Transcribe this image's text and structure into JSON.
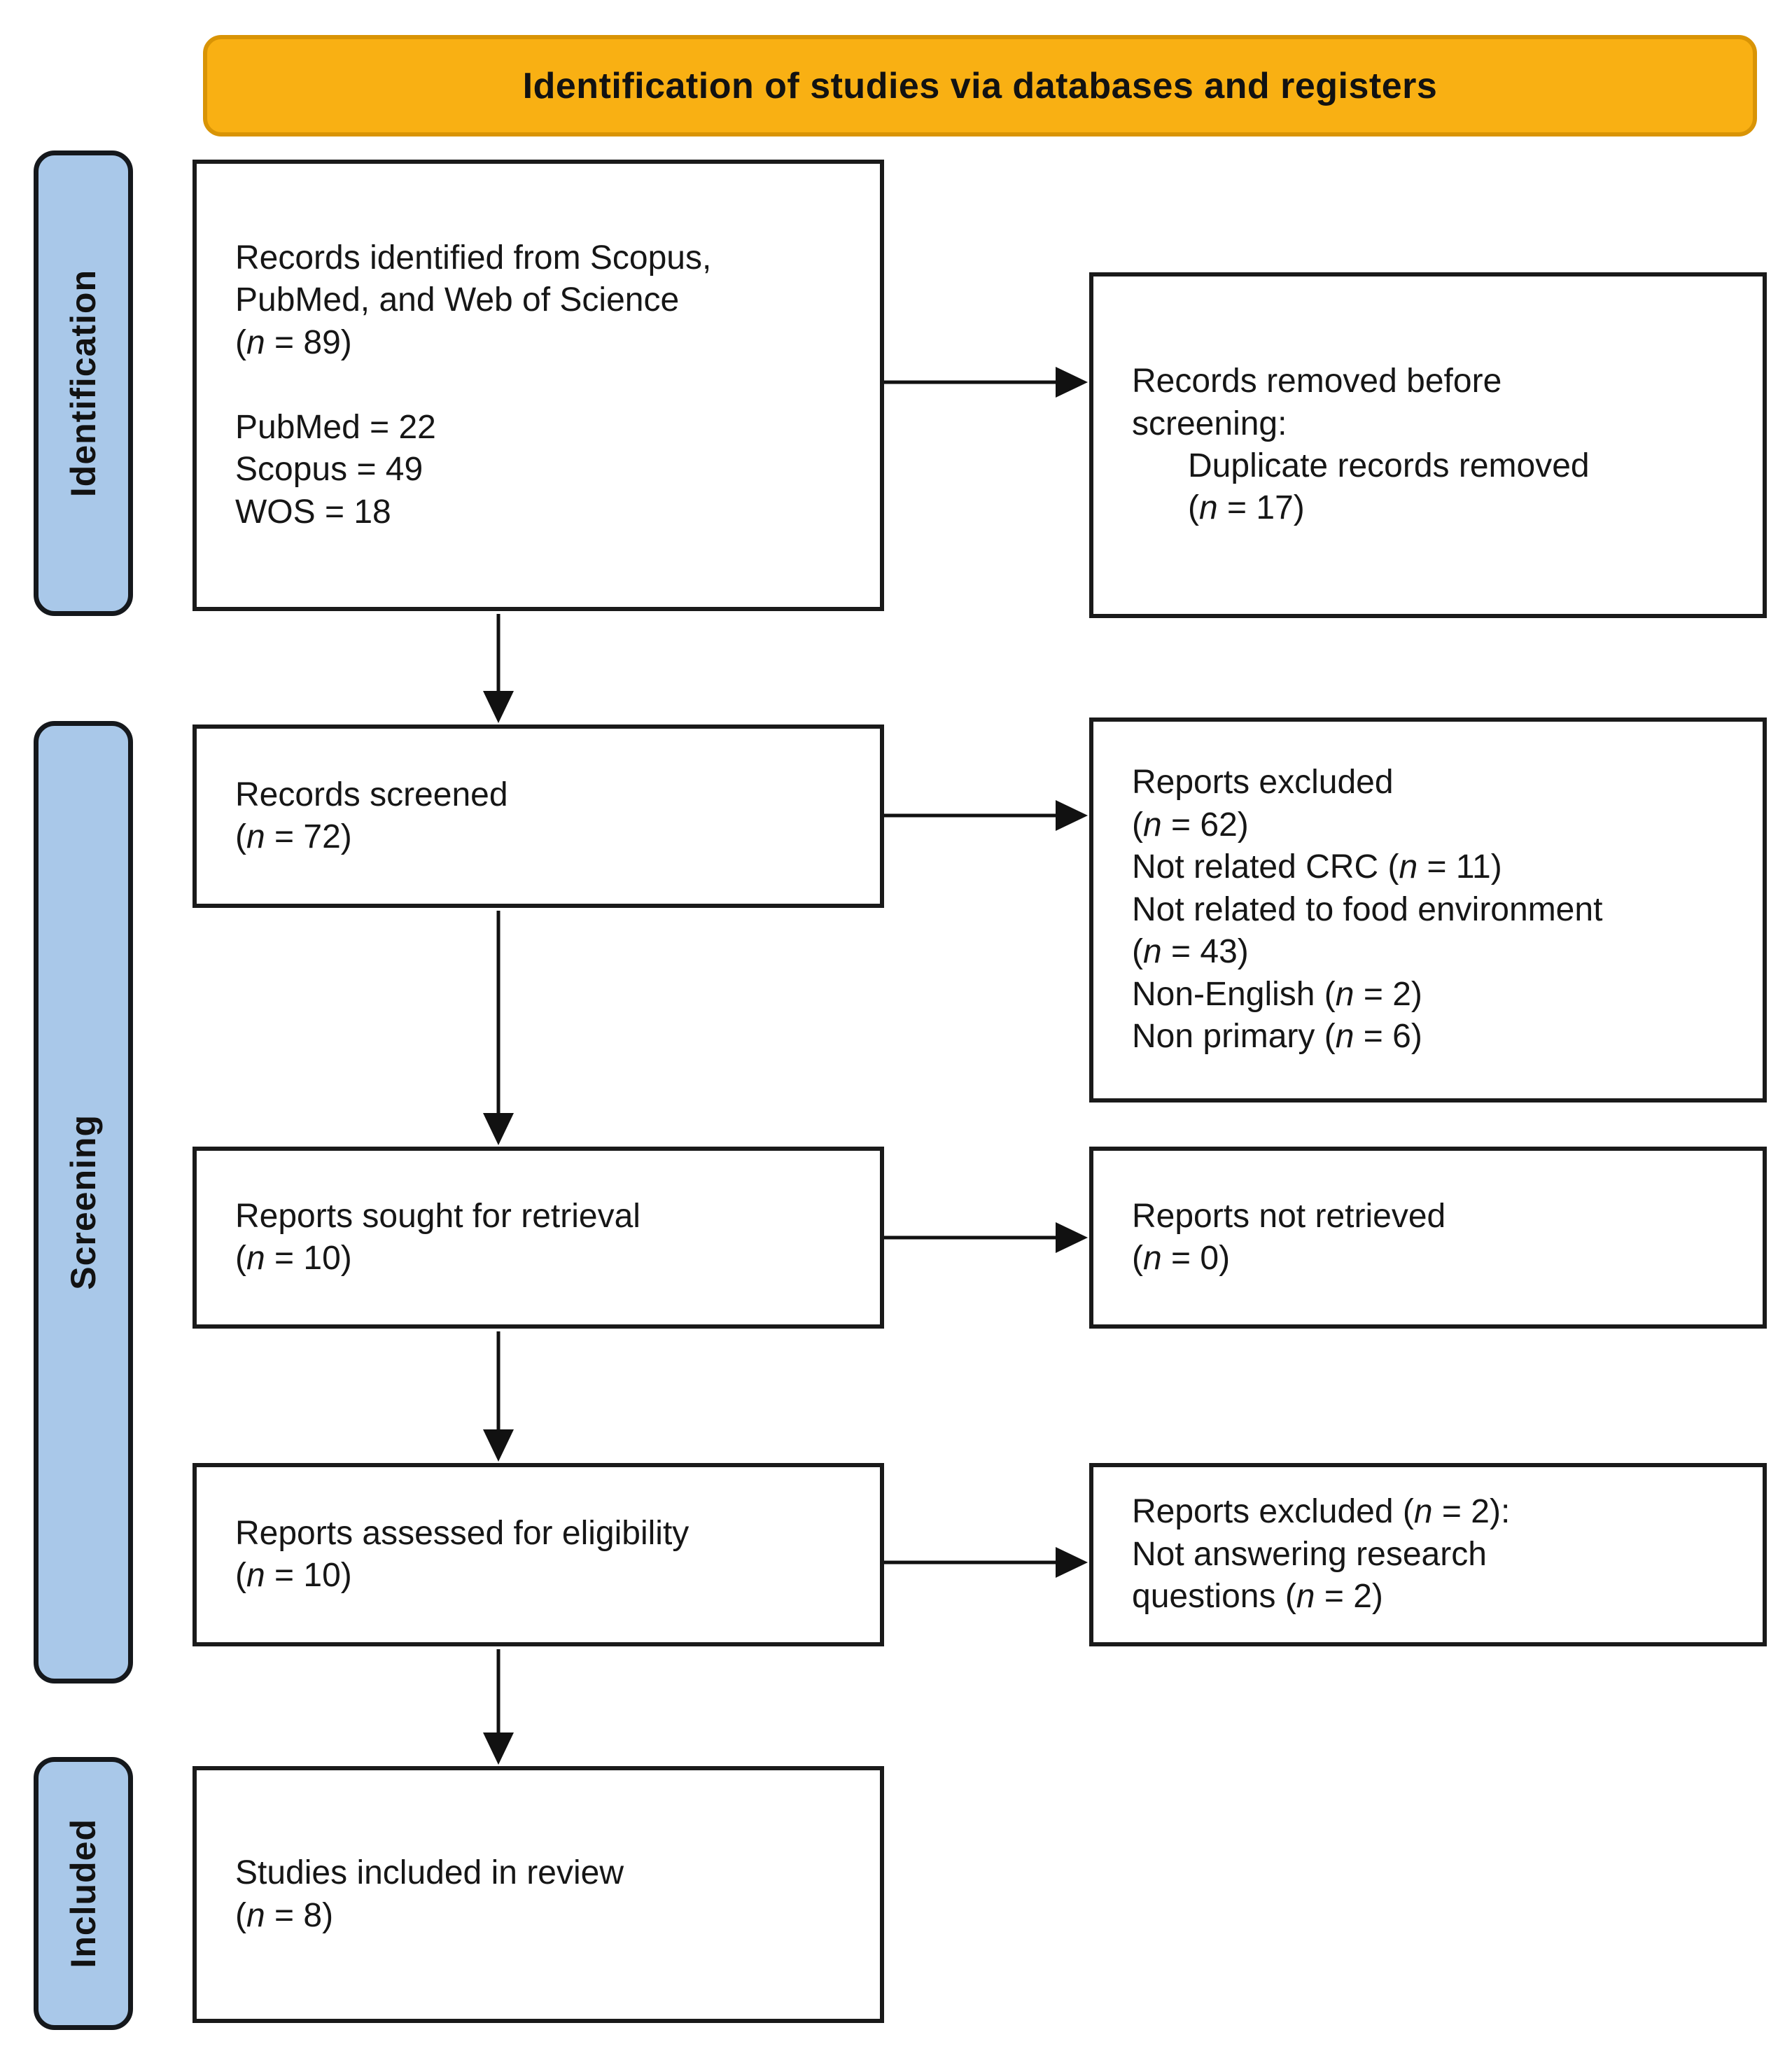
{
  "banner": {
    "title": "Identification of studies via databases and registers"
  },
  "sidebar": {
    "identification": "Identification",
    "screening": "Screening",
    "included": "Included"
  },
  "boxes": {
    "identified": "Records identified from Scopus,\nPubMed, and Web of Science\n(n = 89)\n\nPubMed = 22\nScopus = 49\nWOS = 18",
    "removed": "Records removed before\nscreening:\n      Duplicate records removed\n      (n = 17)",
    "screened": "Records screened\n(n = 72)",
    "excluded_screening": "Reports excluded\n(n = 62)\nNot related CRC (n = 11)\nNot related to food environment\n(n = 43)\nNon-English (n = 2)\nNon primary (n = 6)",
    "sought": "Reports sought for retrieval\n(n = 10)",
    "not_retrieved": "Reports not retrieved\n(n = 0)",
    "assessed": "Reports assessed for eligibility\n(n = 10)",
    "excluded_eligibility": "Reports excluded (n = 2):\nNot answering research\nquestions (n = 2)",
    "included_review": "Studies included in review\n(n = 8)"
  },
  "counts": {
    "identified_total": 89,
    "pubmed": 22,
    "scopus": 49,
    "wos": 18,
    "duplicates_removed": 17,
    "screened": 72,
    "excluded_screening_total": 62,
    "not_related_crc": 11,
    "not_related_food_environment": 43,
    "non_english": 2,
    "non_primary": 6,
    "sought_retrieval": 10,
    "not_retrieved": 0,
    "assessed_eligibility": 10,
    "excluded_eligibility_total": 2,
    "not_answering_research_questions": 2,
    "included_in_review": 8
  },
  "colors": {
    "banner_fill": "#F9B013",
    "banner_border": "#D99405",
    "label_fill": "#A9C8E9",
    "box_border": "#1A1A1A"
  }
}
